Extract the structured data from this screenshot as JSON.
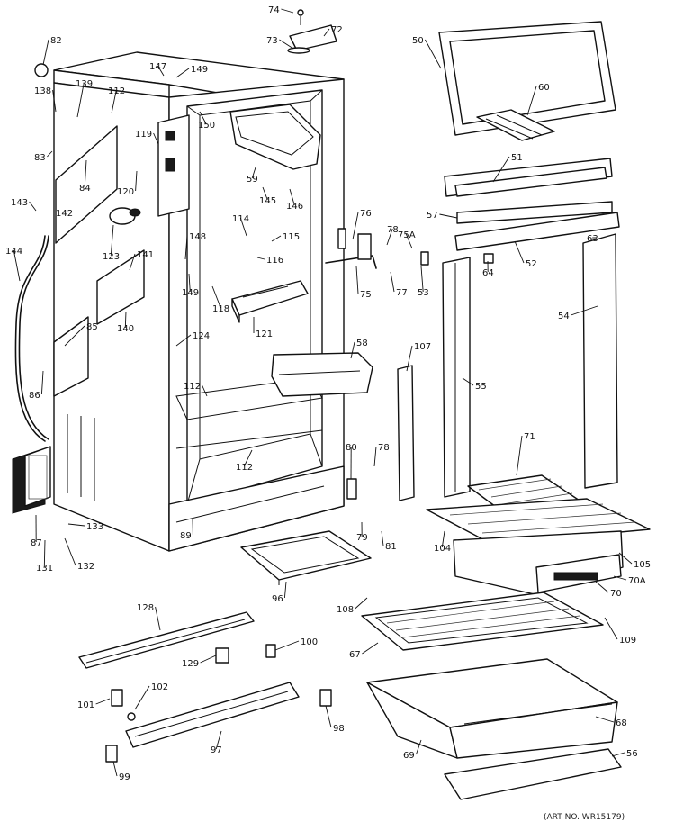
{
  "parts": [
    {
      "key": "p74",
      "label": "74"
    },
    {
      "key": "p73",
      "label": "73"
    },
    {
      "key": "p72",
      "label": "72"
    },
    {
      "key": "p82",
      "label": "82"
    },
    {
      "key": "p147",
      "label": "147"
    },
    {
      "key": "p149a",
      "label": "149"
    },
    {
      "key": "p138",
      "label": "138"
    },
    {
      "key": "p139",
      "label": "139"
    },
    {
      "key": "p112a",
      "label": "112"
    },
    {
      "key": "p119",
      "label": "119"
    },
    {
      "key": "p150",
      "label": "150"
    },
    {
      "key": "p83",
      "label": "83"
    },
    {
      "key": "p84",
      "label": "84"
    },
    {
      "key": "p120",
      "label": "120"
    },
    {
      "key": "p59",
      "label": "59"
    },
    {
      "key": "p145",
      "label": "145"
    },
    {
      "key": "p146",
      "label": "146"
    },
    {
      "key": "p143",
      "label": "143"
    },
    {
      "key": "p142",
      "label": "142"
    },
    {
      "key": "p123",
      "label": "123"
    },
    {
      "key": "p114",
      "label": "114"
    },
    {
      "key": "p115",
      "label": "115"
    },
    {
      "key": "p116",
      "label": "116"
    },
    {
      "key": "p144",
      "label": "144"
    },
    {
      "key": "p148",
      "label": "148"
    },
    {
      "key": "p141",
      "label": "141"
    },
    {
      "key": "p149b",
      "label": "149"
    },
    {
      "key": "p118",
      "label": "118"
    },
    {
      "key": "p140",
      "label": "140"
    },
    {
      "key": "p121",
      "label": "121"
    },
    {
      "key": "p85",
      "label": "85"
    },
    {
      "key": "p124",
      "label": "124"
    },
    {
      "key": "p86",
      "label": "86"
    },
    {
      "key": "p112b",
      "label": "112"
    },
    {
      "key": "p112c",
      "label": "112"
    },
    {
      "key": "p58",
      "label": "58"
    },
    {
      "key": "p87",
      "label": "87"
    },
    {
      "key": "p133",
      "label": "133"
    },
    {
      "key": "p131",
      "label": "131"
    },
    {
      "key": "p132",
      "label": "132"
    },
    {
      "key": "p89",
      "label": "89"
    },
    {
      "key": "p96",
      "label": "96"
    },
    {
      "key": "p128",
      "label": "128"
    },
    {
      "key": "p129",
      "label": "129"
    },
    {
      "key": "p100",
      "label": "100"
    },
    {
      "key": "p101",
      "label": "101"
    },
    {
      "key": "p102",
      "label": "102"
    },
    {
      "key": "p98",
      "label": "98"
    },
    {
      "key": "p97",
      "label": "97"
    },
    {
      "key": "p99",
      "label": "99"
    },
    {
      "key": "p50",
      "label": "50"
    },
    {
      "key": "p60",
      "label": "60"
    },
    {
      "key": "p51",
      "label": "51"
    },
    {
      "key": "p57",
      "label": "57"
    },
    {
      "key": "p63",
      "label": "63"
    },
    {
      "key": "p52",
      "label": "52"
    },
    {
      "key": "p64",
      "label": "64"
    },
    {
      "key": "p76",
      "label": "76"
    },
    {
      "key": "p78a",
      "label": "78"
    },
    {
      "key": "p75A",
      "label": "75A"
    },
    {
      "key": "p75",
      "label": "75"
    },
    {
      "key": "p77",
      "label": "77"
    },
    {
      "key": "p53",
      "label": "53"
    },
    {
      "key": "p54",
      "label": "54"
    },
    {
      "key": "p55",
      "label": "55"
    },
    {
      "key": "p107",
      "label": "107"
    },
    {
      "key": "p80",
      "label": "80"
    },
    {
      "key": "p78b",
      "label": "78"
    },
    {
      "key": "p79",
      "label": "79"
    },
    {
      "key": "p81",
      "label": "81"
    },
    {
      "key": "p71",
      "label": "71"
    },
    {
      "key": "p104",
      "label": "104"
    },
    {
      "key": "p105",
      "label": "105"
    },
    {
      "key": "p70A",
      "label": "70A"
    },
    {
      "key": "p70",
      "label": "70"
    },
    {
      "key": "p108",
      "label": "108"
    },
    {
      "key": "p109",
      "label": "109"
    },
    {
      "key": "p67",
      "label": "67"
    },
    {
      "key": "p68",
      "label": "68"
    },
    {
      "key": "p69",
      "label": "69"
    },
    {
      "key": "p56",
      "label": "56"
    }
  ],
  "footer_code": "(ART NO. WR15179)"
}
